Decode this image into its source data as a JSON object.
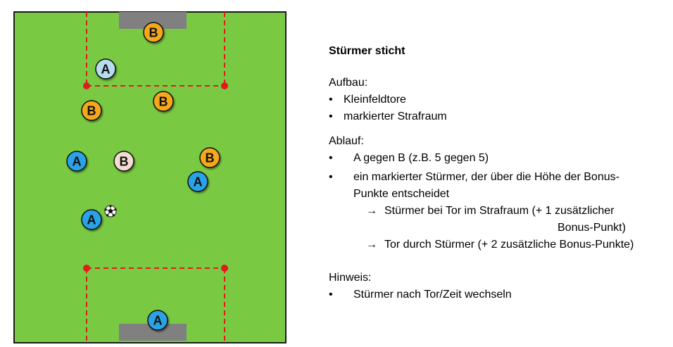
{
  "colors": {
    "pitch": "#7ac943",
    "pitch_border": "#1a1a1a",
    "goal": "#808080",
    "box_line": "#e01b1b",
    "team_a": "#2aa2e6",
    "team_a_light": "#b6dcf0",
    "team_b": "#f5a81c",
    "team_b_light": "#f3ddd0"
  },
  "pitch": {
    "players": [
      {
        "label": "B",
        "team": "B",
        "variant": "standard"
      },
      {
        "label": "A",
        "team": "A",
        "variant": "marked"
      },
      {
        "label": "B",
        "team": "B",
        "variant": "standard"
      },
      {
        "label": "B",
        "team": "B",
        "variant": "standard"
      },
      {
        "label": "A",
        "team": "A",
        "variant": "standard"
      },
      {
        "label": "B",
        "team": "B",
        "variant": "marked"
      },
      {
        "label": "B",
        "team": "B",
        "variant": "standard"
      },
      {
        "label": "A",
        "team": "A",
        "variant": "standard"
      },
      {
        "label": "A",
        "team": "A",
        "variant": "standard"
      },
      {
        "label": "A",
        "team": "A",
        "variant": "standard"
      }
    ],
    "ball_icon": "soccer-ball-icon"
  },
  "description": {
    "title": "Stürmer sticht",
    "setup_heading": "Aufbau:",
    "setup_items": [
      "Kleinfeldtore",
      "markierter Strafraum"
    ],
    "process_heading": "Ablauf:",
    "process_item_1": "A gegen B (z.B. 5 gegen 5)",
    "process_item_2_line1": "ein markierter Stürmer, der über die Höhe der Bonus-",
    "process_item_2_line2": "Punkte entscheidet",
    "arrow_1_line1": "Stürmer bei Tor im Strafraum (+ 1 zusätzlicher",
    "arrow_1_line2": "Bonus-Punkt)",
    "arrow_2": "Tor durch Stürmer (+ 2 zusätzliche Bonus-Punkte)",
    "notes_heading": "Hinweis:",
    "notes_item": "Stürmer nach Tor/Zeit wechseln",
    "bullet": "•",
    "arrow_symbol": "→"
  }
}
